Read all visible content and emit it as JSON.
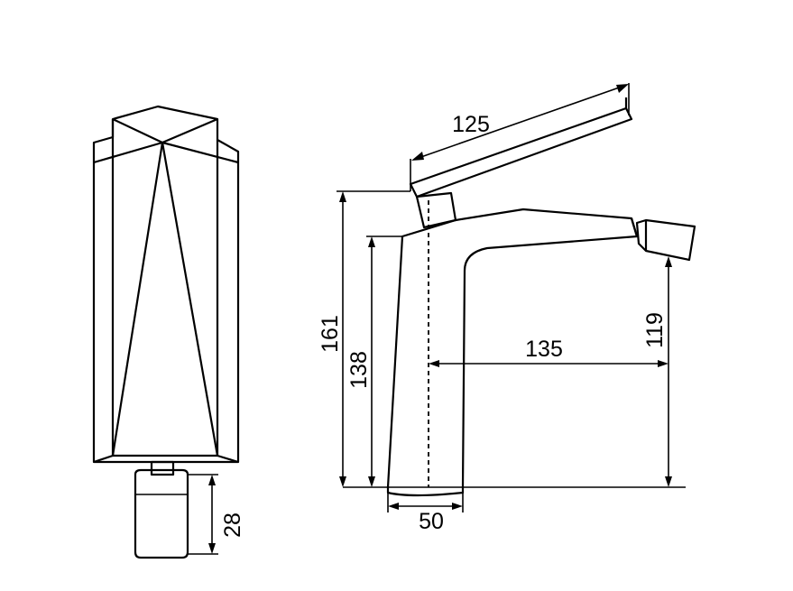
{
  "dimensions": {
    "front_view_base_height": "28",
    "lever_length": "125",
    "total_height": "161",
    "body_height": "138",
    "spout_reach": "135",
    "spout_outlet_height": "119",
    "base_width": "50"
  }
}
